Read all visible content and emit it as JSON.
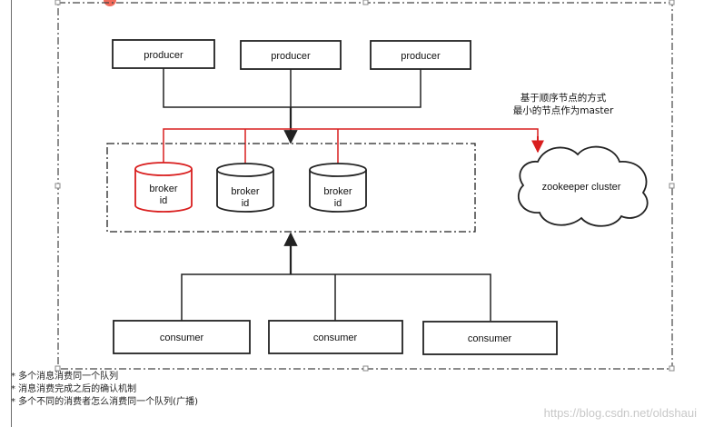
{
  "nodes": {
    "producers": [
      "producer",
      "producer",
      "producer"
    ],
    "brokers": [
      {
        "line1": "broker",
        "line2": "id",
        "highlighted": true
      },
      {
        "line1": "broker",
        "line2": "id",
        "highlighted": false
      },
      {
        "line1": "broker",
        "line2": "id",
        "highlighted": false
      }
    ],
    "consumers": [
      "consumer",
      "consumer",
      "consumer"
    ],
    "zookeeper": "zookeeper cluster"
  },
  "annotation": {
    "line1": "基于顺序节点的方式",
    "line2": "最小的节点作为master"
  },
  "notes": [
    "* 多个消息消费同一个队列",
    "* 消息消费完成之后的确认机制",
    "* 多个不同的消费者怎么消费同一个队列(广播)"
  ],
  "watermark": "https://blog.csdn.net/oldshaui",
  "colors": {
    "highlight": "#d91e1e",
    "stroke": "#222222",
    "frame": "#444444"
  }
}
